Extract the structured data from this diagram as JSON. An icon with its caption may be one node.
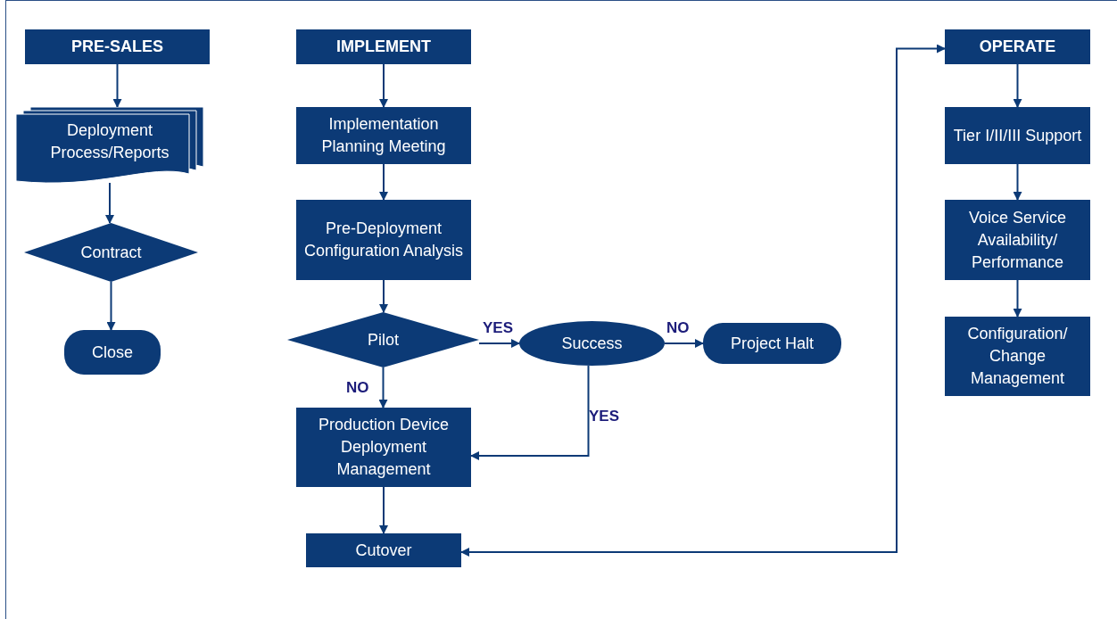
{
  "diagram": {
    "nodes": [
      {
        "text": [
          "PRE-SALES"
        ]
      },
      {
        "text": [
          "Deployment Process/Reports"
        ]
      },
      {
        "text": [
          "Contract"
        ]
      },
      {
        "text": [
          "Close"
        ]
      },
      {
        "text": [
          "IMPLEMENT"
        ]
      },
      {
        "text": [
          "Implementation Planning Meeting"
        ]
      },
      {
        "text": [
          "Pre-Deployment Configuration Analysis"
        ]
      },
      {
        "text": [
          "Pilot"
        ]
      },
      {
        "text": [
          "Success"
        ]
      },
      {
        "text": [
          "Project Halt"
        ]
      },
      {
        "text": [
          "Production Device Deployment Management"
        ]
      },
      {
        "text": [
          "Cutover"
        ]
      },
      {
        "text": [
          "OPERATE"
        ]
      },
      {
        "text": [
          "Tier I/II/III Support"
        ]
      },
      {
        "text": [
          "Voice Service Availability/ Performance"
        ]
      },
      {
        "text": [
          "Configuration/ Change Management"
        ]
      }
    ],
    "edges": [
      {
        "from": 0,
        "to": 1,
        "arrow": "to"
      },
      {
        "from": 1,
        "to": 2,
        "arrow": "to"
      },
      {
        "from": 2,
        "to": 3,
        "arrow": "to"
      },
      {
        "from": 4,
        "to": 5,
        "arrow": "to"
      },
      {
        "from": 5,
        "to": 6,
        "arrow": "to"
      },
      {
        "from": 6,
        "to": 7,
        "arrow": "to"
      },
      {
        "from": 7,
        "to": 8,
        "arrow": "to",
        "label": "YES"
      },
      {
        "from": 8,
        "to": 9,
        "arrow": "to",
        "label": "NO"
      },
      {
        "from": 7,
        "to": 10,
        "arrow": "to",
        "label": "NO"
      },
      {
        "from": 8,
        "to": 10,
        "arrow": "to",
        "label": "YES"
      },
      {
        "from": 10,
        "to": 11,
        "arrow": "to"
      },
      {
        "from": 11,
        "to": 12,
        "arrow": "both"
      },
      {
        "from": 12,
        "to": 13,
        "arrow": "to"
      },
      {
        "from": 13,
        "to": 14,
        "arrow": "to"
      },
      {
        "from": 14,
        "to": 15,
        "arrow": "to"
      }
    ]
  }
}
